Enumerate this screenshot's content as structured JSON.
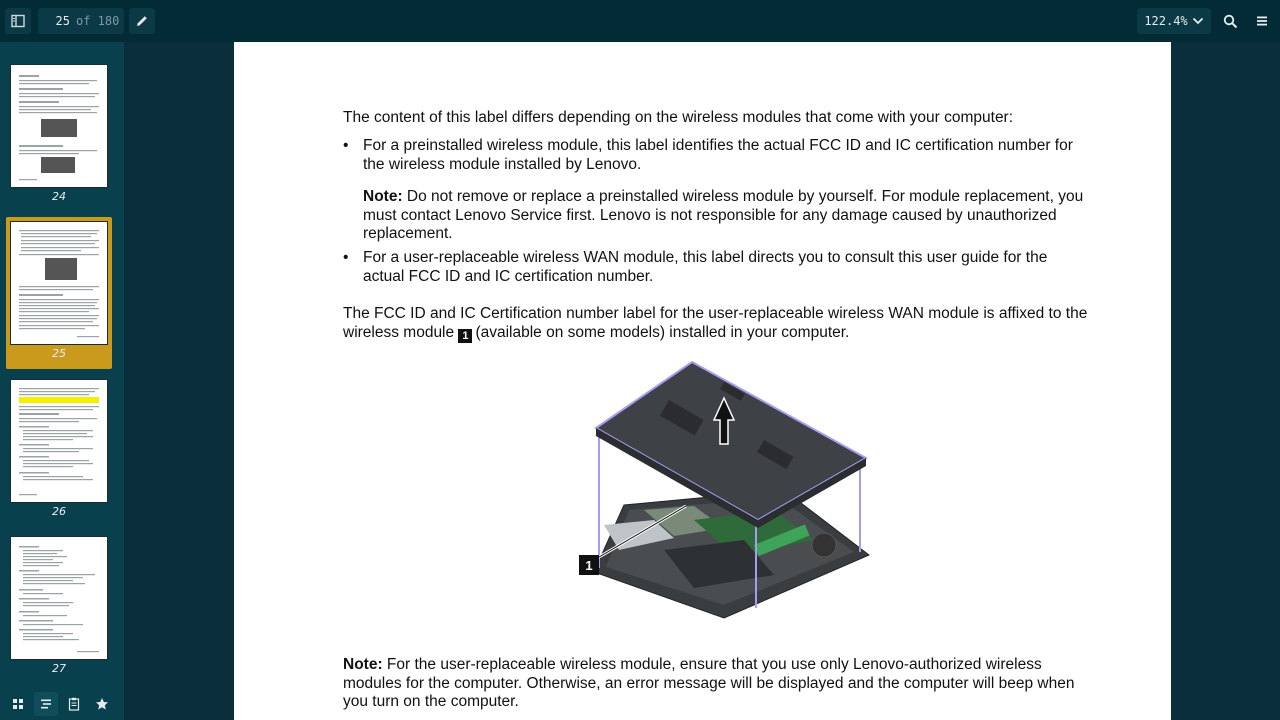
{
  "toolbar": {
    "current_page": "25",
    "page_of": "of 180",
    "zoom": "122.4%"
  },
  "sidebar": {
    "thumbnails": [
      {
        "label": "24"
      },
      {
        "label": "25"
      },
      {
        "label": "26"
      },
      {
        "label": "27"
      }
    ]
  },
  "document": {
    "intro": "The content of this label differs depending on the wireless modules that come with your computer:",
    "bullet1": "For a preinstalled wireless module, this label identifies the actual FCC ID and IC certification number for the wireless module installed by Lenovo.",
    "note1_label": "Note:",
    "note1_text": "Do not remove or replace a preinstalled wireless module by yourself. For module replacement, you must contact Lenovo Service first.  Lenovo is not responsible for any damage caused by unauthorized replacement.",
    "bullet2": "For a user-replaceable wireless WAN module, this label directs you to consult this user guide for the actual FCC ID and IC certification number.",
    "para2_a": "The FCC ID and IC Certification number label for the user-replaceable wireless WAN module is affixed to the wireless module",
    "callout": "1",
    "para2_b": "(available on some models) installed in your computer.",
    "figure_callout": "1",
    "note2_label": "Note:",
    "note2_text": "For the user-replaceable wireless module, ensure that you use only Lenovo-authorized wireless modules for the computer.  Otherwise, an error message will be displayed and the computer will beep when you turn on the computer."
  },
  "colors": {
    "toolbar_bg": "#022b36",
    "sidebar_bg": "#09404d",
    "active_thumb": "#c99a1c",
    "viewer_bg": "#0b2f3a"
  }
}
